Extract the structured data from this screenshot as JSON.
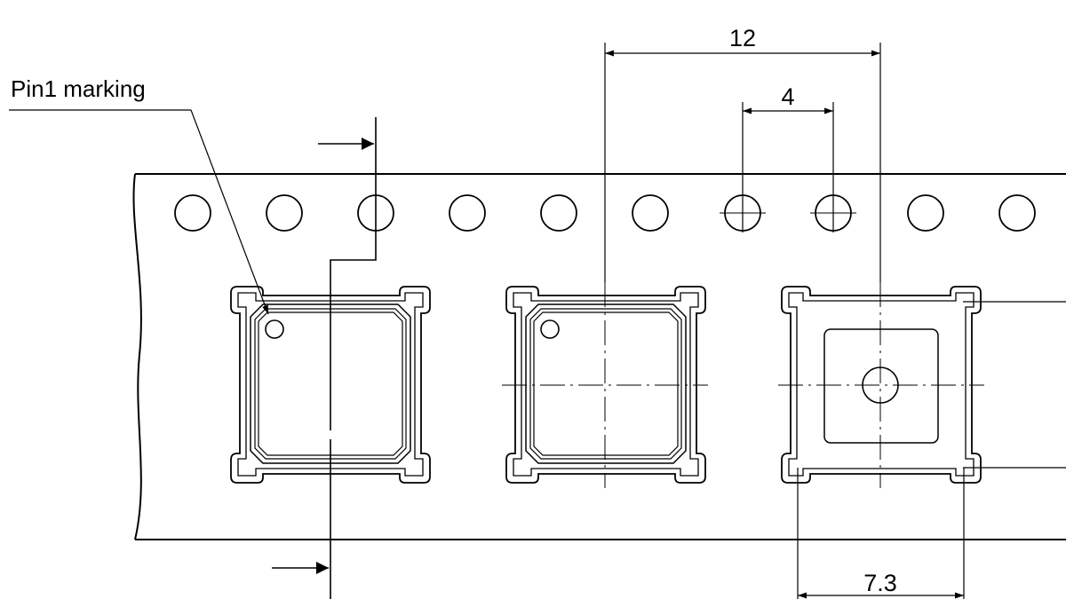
{
  "labels": {
    "pin1_marking": "Pin1 marking"
  },
  "dimensions": {
    "sprocket_hole_pitch": "4",
    "pocket_pitch": "12",
    "pocket_width": "7.3"
  },
  "colors": {
    "line": "#000000",
    "background": "#ffffff"
  }
}
